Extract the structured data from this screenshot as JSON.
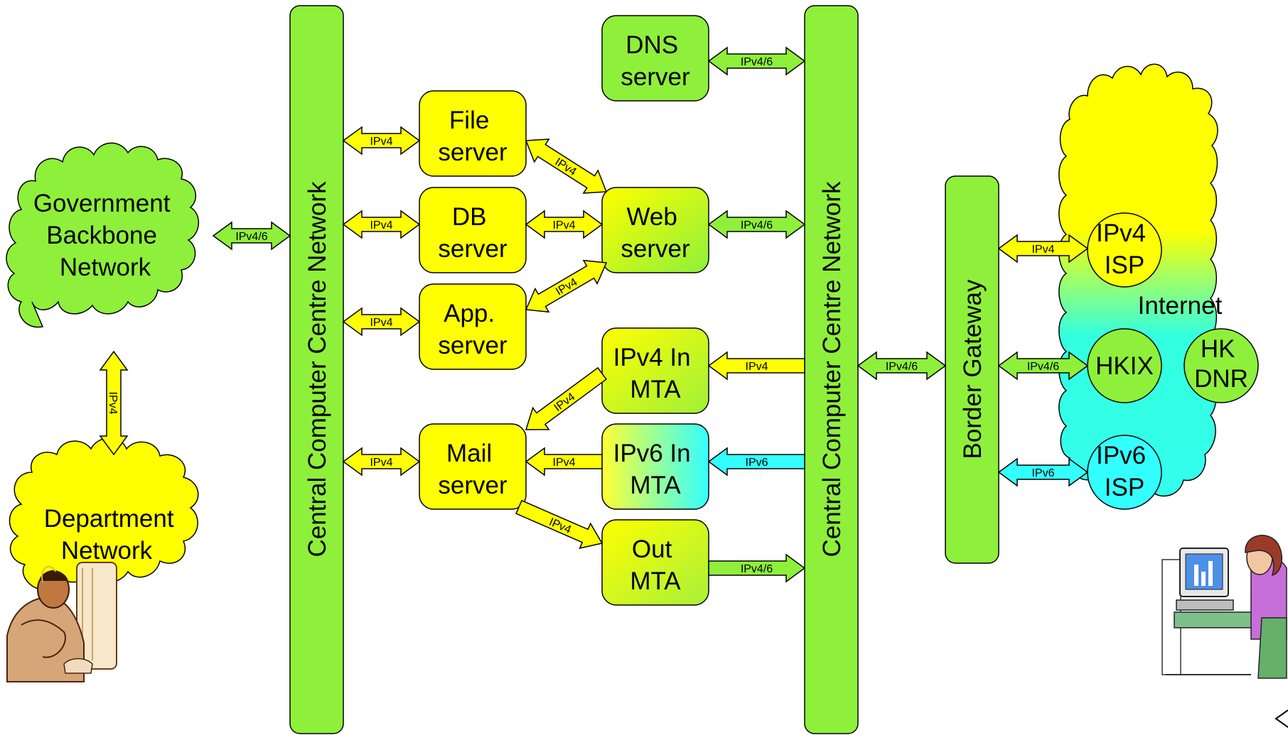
{
  "colors": {
    "green": "#8ef03a",
    "yellow": "#ffff00",
    "cyan": "#33ffff",
    "line": "#000000"
  },
  "buses": {
    "central_left": "Central Computer Centre Network",
    "central_right": "Central Computer Centre Network",
    "border_gateway": "Border Gateway"
  },
  "clouds": {
    "gov_backbone": [
      "Government",
      "Backbone",
      "Network"
    ],
    "department": [
      "Department",
      "Network"
    ],
    "internet": "Internet"
  },
  "servers": {
    "dns": [
      "DNS",
      "server"
    ],
    "file": [
      "File",
      "server"
    ],
    "db": [
      "DB",
      "server"
    ],
    "app": [
      "App.",
      "server"
    ],
    "web": [
      "Web",
      "server"
    ],
    "ipv4_in_mta": [
      "IPv4 In",
      "MTA"
    ],
    "mail": [
      "Mail",
      "server"
    ],
    "ipv6_in_mta": [
      "IPv6 In",
      "MTA"
    ],
    "out_mta": [
      "Out",
      "MTA"
    ]
  },
  "isp": {
    "ipv4_isp": [
      "IPv4",
      "ISP"
    ],
    "hkix": "HKIX",
    "hk_dnr": [
      "HK",
      "DNR"
    ],
    "ipv6_isp": [
      "IPv6",
      "ISP"
    ]
  },
  "arrows": {
    "gov_to_ccc": "IPv4/6",
    "gov_to_dept": "IPv4",
    "ccc_file": "IPv4",
    "ccc_db": "IPv4",
    "ccc_app": "IPv4",
    "ccc_mail": "IPv4",
    "file_web": "IPv4",
    "db_web": "IPv4",
    "app_web": "IPv4",
    "dns_ccc": "IPv4/6",
    "web_ccc": "IPv4/6",
    "ccc_ipv4_in": "IPv4",
    "ipv4_in_mail": "IPv4",
    "ipv6_in_mail": "IPv4",
    "ccc_ipv6_in": "IPv6",
    "mail_out": "IPv4",
    "out_ccc": "IPv4/6",
    "ccc_border": "IPv4/6",
    "border_ipv4_isp": "IPv4",
    "border_hkix": "IPv4/6",
    "border_ipv6_isp": "IPv6"
  }
}
